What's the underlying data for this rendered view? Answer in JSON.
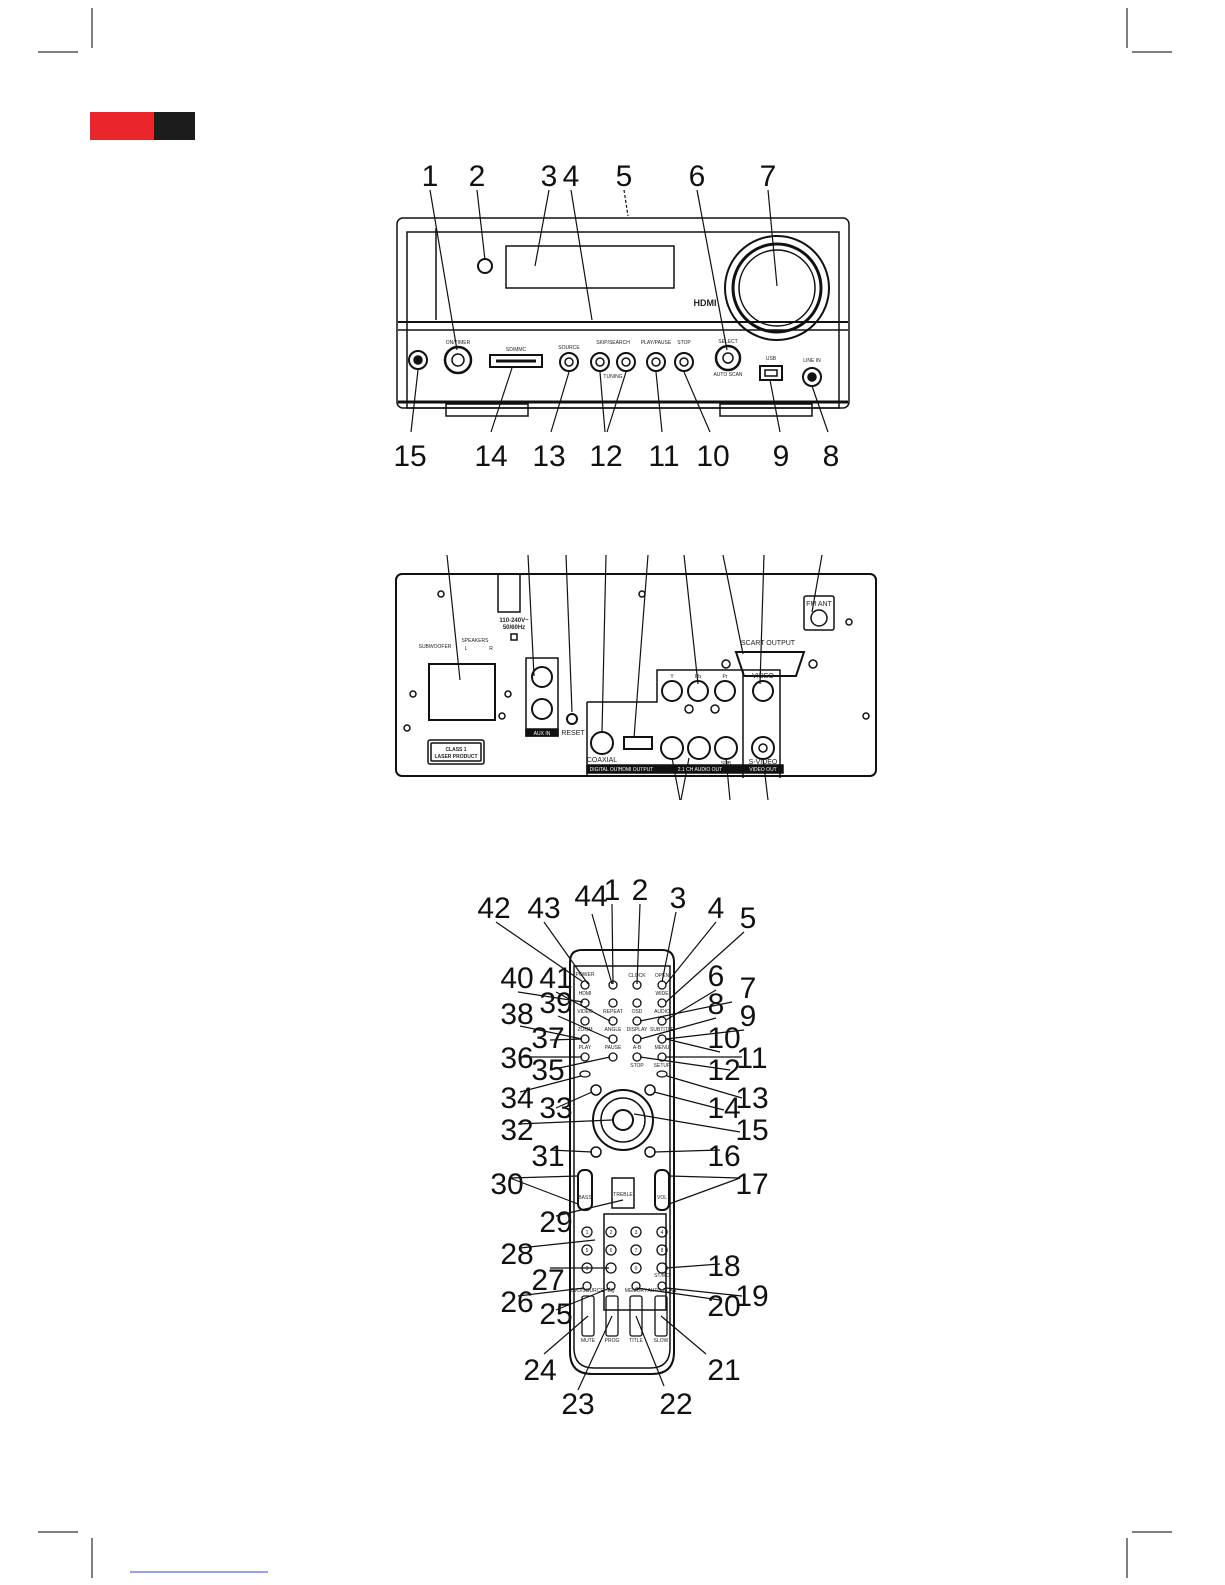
{
  "header_bar": {
    "red": "#e8262b",
    "black": "#1c1c1c"
  },
  "front_panel": {
    "labels": {
      "hdmi": "HDMI",
      "sd_mmc": "SD/MMC",
      "source": "SOURCE",
      "skip_search": "SKIP/SEARCH",
      "tuning": "TUNING",
      "play_pause": "PLAY/PAUSE",
      "stop": "STOP",
      "select": "SELECT",
      "auto_scan": "AUTO SCAN",
      "usb": "USB",
      "line_in": "LINE IN",
      "on_timer": "ON/TIMER"
    },
    "callouts_top": [
      "1",
      "2",
      "3",
      "4",
      "5",
      "6",
      "7"
    ],
    "callouts_bottom": [
      "15",
      "14",
      "13",
      "12",
      "11",
      "10",
      "9",
      "8"
    ]
  },
  "rear_panel": {
    "labels": {
      "subwoofer": "SUBWOOFER",
      "speakers": "SPEAKERS",
      "l": "L",
      "r": "R",
      "voltage": "110-240V~",
      "frequency": "50/60Hz",
      "aux_in": "AUX IN",
      "reset": "RESET",
      "coaxial": "COAXIAL",
      "digital_out": "DIGITAL OUT",
      "hdmi_output": "HDMI OUTPUT",
      "y": "Y",
      "pb": "Pb",
      "pr": "Pr",
      "video": "VIDEO",
      "s_video": "S-VIDEO",
      "video_out": "VIDEO OUT",
      "audio_out": "2.1 CH AUDIO OUT",
      "sub": "SUB",
      "scart_output": "SCART OUTPUT",
      "fm_ant": "FM ANT",
      "class1": "CLASS 1",
      "laser_product": "LASER PRODUCT"
    }
  },
  "remote": {
    "labels": {
      "power": "POWER",
      "hdmi": "HDMI",
      "video": "VIDEO",
      "repeat": "REPEAT",
      "display": "DISPLAY",
      "zoom": "ZOOM",
      "angle": "ANGLE",
      "ab": "A-B",
      "subtitle": "SUBTITLE",
      "play": "PLAY",
      "pause": "PAUSE",
      "stop": "STOP",
      "menu": "MENU",
      "setup": "SETUP",
      "open": "OPEN",
      "audio": "AUDIO",
      "wide": "WIDE",
      "clock": "CLOCK",
      "osd": "OSD",
      "bass": "BASS",
      "treble": "TREBLE",
      "vol": "VOL",
      "memory": "MEMORY",
      "auto_scan": "AUTO SCAN",
      "dvd_source": "DVD/SOURCE",
      "eq": "EQ",
      "st_mo": "ST/MO",
      "slow": "SLOW",
      "prog": "PROG",
      "title": "TITLE",
      "mute": "MUTE"
    },
    "digits": [
      "1",
      "2",
      "3",
      "4",
      "5",
      "6",
      "7",
      "8",
      "9",
      "0"
    ],
    "callouts_left": [
      "42",
      "43",
      "44",
      "40",
      "41",
      "39",
      "38",
      "37",
      "36",
      "35",
      "34",
      "33",
      "32",
      "31",
      "30",
      "29",
      "28",
      "27",
      "26",
      "25",
      "24",
      "23"
    ],
    "callouts_right": [
      "1",
      "2",
      "3",
      "4",
      "5",
      "6",
      "7",
      "8",
      "9",
      "10",
      "11",
      "12",
      "13",
      "14",
      "15",
      "16",
      "17",
      "18",
      "19",
      "20",
      "21",
      "22"
    ]
  }
}
